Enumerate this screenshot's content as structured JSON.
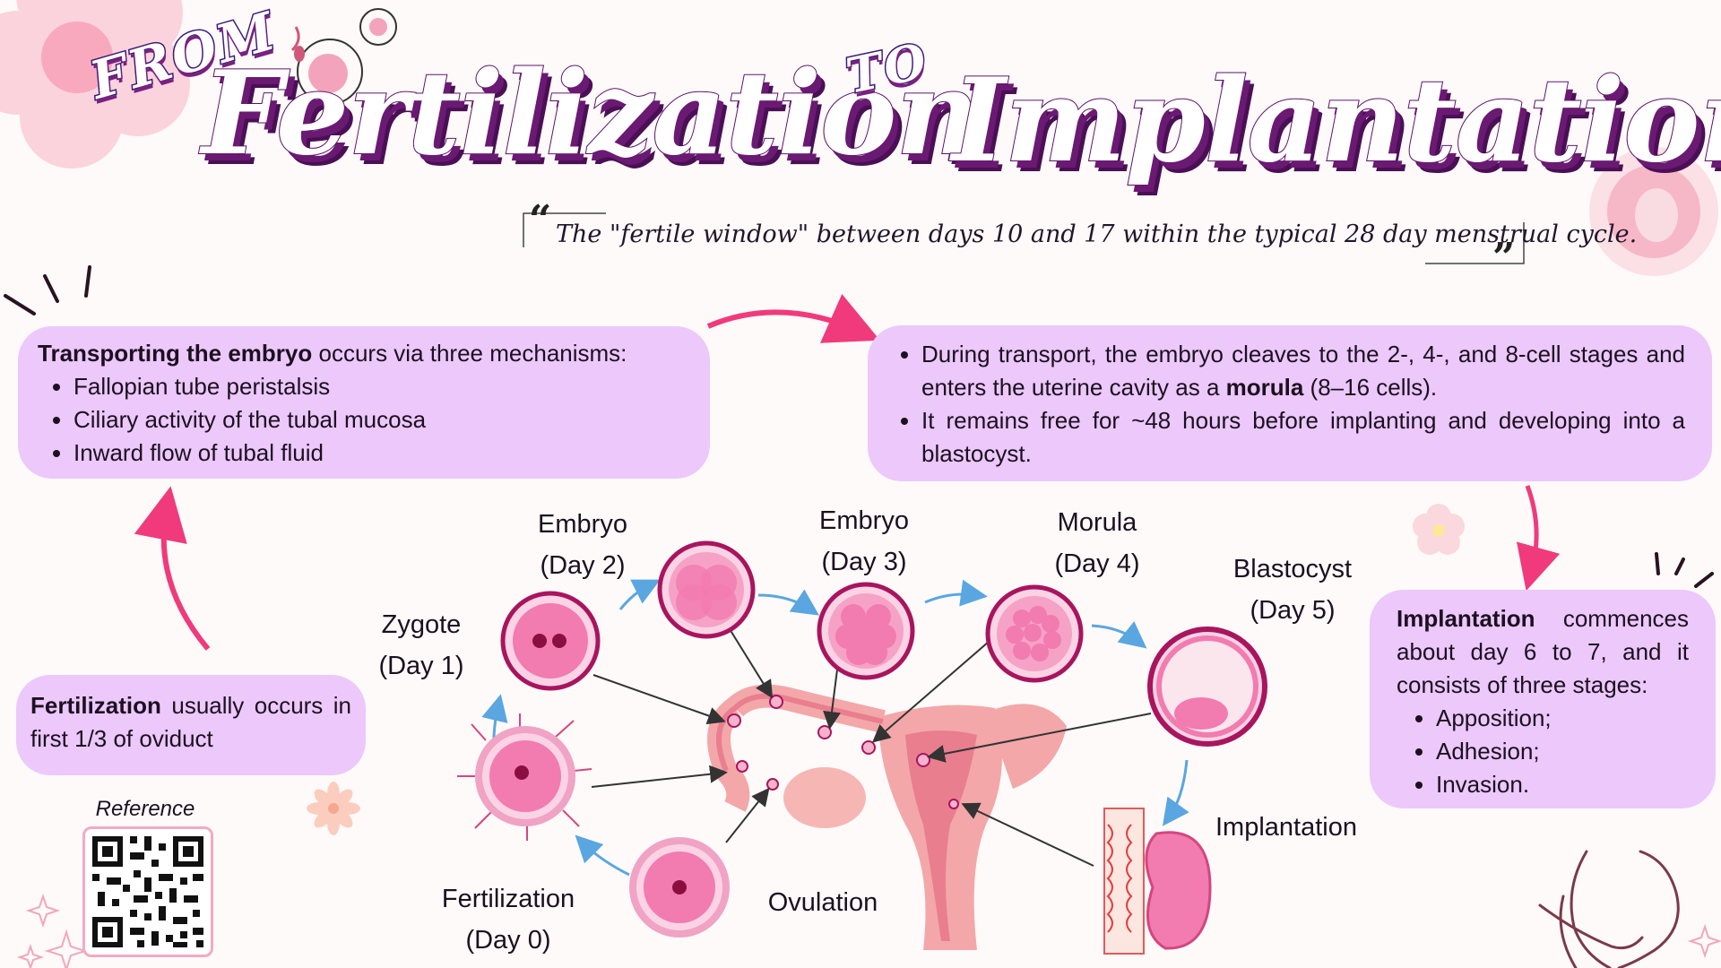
{
  "title": {
    "from": "FROM",
    "fertilization": "Fertilization",
    "to": "TO",
    "implantation": "Implantation"
  },
  "quote": "The \"fertile window\" between days 10 and 17 within the typical 28 day menstrual cycle.",
  "boxes": {
    "transport": {
      "bold": "Transporting the embryo",
      "rest": " occurs via three mechanisms:",
      "items": [
        "Fallopian tube peristalsis",
        "Ciliary activity of the tubal mucosa",
        "Inward flow of tubal fluid"
      ]
    },
    "cleavage": {
      "item1_a": "During transport, the embryo cleaves to the 2-, 4-, and 8-cell stages and enters the uterine cavity as a ",
      "item1_bold": "morula",
      "item1_b": " (8–16 cells).",
      "item2": "It remains free for ~48 hours before implanting and developing into a blastocyst."
    },
    "fertilization": {
      "bold": "Fertilization",
      "rest": " usually occurs in first 1/3 of oviduct"
    },
    "implantation": {
      "bold": "Implantation",
      "rest": " commences about day 6 to 7, and it consists of three stages:",
      "items": [
        "Apposition;",
        "Adhesion;",
        "Invasion."
      ]
    }
  },
  "stages": {
    "zygote": {
      "name": "Zygote",
      "day": "(Day 1)"
    },
    "embryo2": {
      "name": "Embryo",
      "day": "(Day 2)"
    },
    "embryo3": {
      "name": "Embryo",
      "day": "(Day 3)"
    },
    "morula": {
      "name": "Morula",
      "day": "(Day 4)"
    },
    "blastocyst": {
      "name": "Blastocyst",
      "day": "(Day 5)"
    },
    "fertilization": {
      "name": "Fertilization",
      "day": "(Day 0)"
    },
    "ovulation": {
      "name": "Ovulation"
    },
    "implantation": {
      "name": "Implantation"
    }
  },
  "reference_label": "Reference",
  "colors": {
    "box_fill": "#ecc8fb",
    "title_purple": "#6a1a72",
    "arrow_pink": "#f03a7c",
    "arrow_blue": "#5aa6e0",
    "cell_pink": "#f27bb0",
    "cell_border": "#a8155e",
    "uterus_pink": "#f3a7a9"
  },
  "icons": [
    "flower-icon",
    "sperm-icon",
    "fetus-icon",
    "sparkle-icon",
    "pregnant-silhouette-icon",
    "qr-code-icon"
  ]
}
